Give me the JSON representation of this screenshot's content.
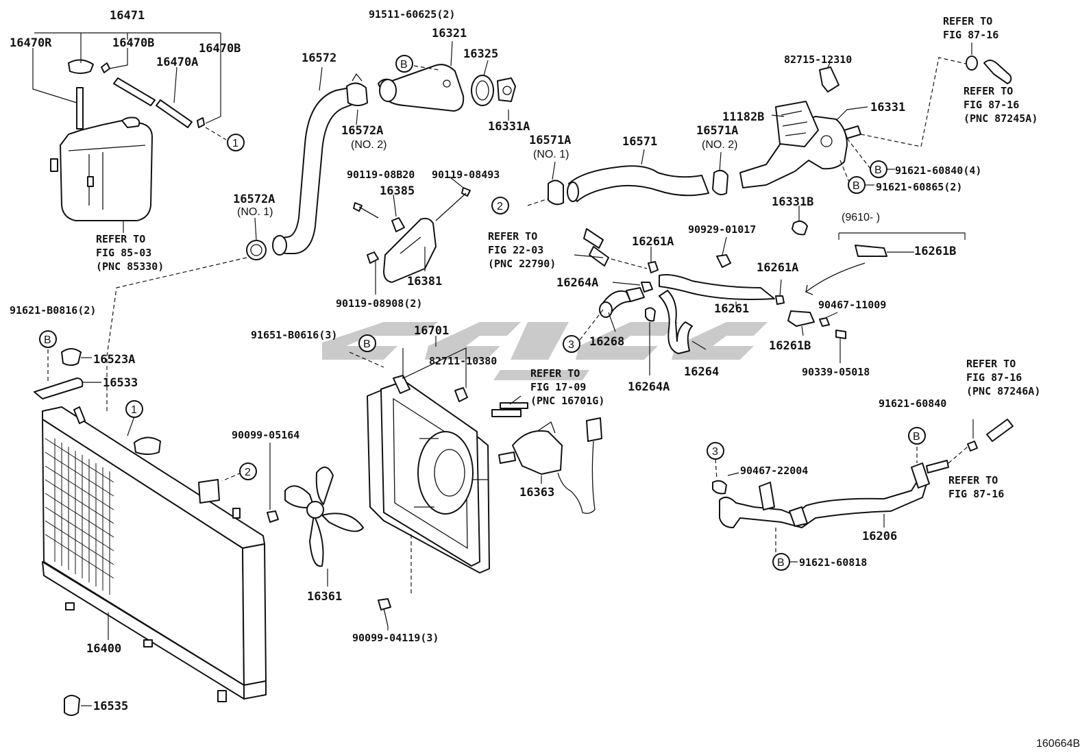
{
  "figure_id": "160664B",
  "labels": {
    "p16471": "16471",
    "p16470R": "16470R",
    "p16470B_a": "16470B",
    "p16470A": "16470A",
    "p16470B_b": "16470B",
    "p16572": "16572",
    "p91511": "91511-60625(2)",
    "p16321": "16321",
    "p16325": "16325",
    "p16331A": "16331A",
    "p16572A_no2": "16572A",
    "no2_a": "(NO. 2)",
    "p82715": "82715-12310",
    "p11182B": "11182B",
    "p16331": "16331",
    "p16571": "16571",
    "p16571A_no1": "16571A",
    "no1_a": "(NO. 1)",
    "p16571A_no2": "16571A",
    "no2_b": "(NO. 2)",
    "p91621_60840_4": "91621-60840(4)",
    "p91621_60865_2": "91621-60865(2)",
    "p16331B": "16331B",
    "p90119_08B20": "90119-08B20",
    "p90119_08493": "90119-08493",
    "p16385": "16385",
    "p16381": "16381",
    "p90119_08908": "90119-08908(2)",
    "p16572A_no1": "16572A",
    "no1_b": "(NO. 1)",
    "p91621_B0816": "91621-B0816(2)",
    "p16523A": "16523A",
    "p16533": "16533",
    "p90929": "90929-01017",
    "p16261A_a": "16261A",
    "p16264A_a": "16264A",
    "p16261A_b": "16261A",
    "p16261": "16261",
    "p16261B_a": "16261B",
    "p9610": "(9610-     )",
    "p90467_11009": "90467-11009",
    "p16261B_b": "16261B",
    "p16268": "16268",
    "p16264A_b": "16264A",
    "p16264": "16264",
    "p90339": "90339-05018",
    "p91651": "91651-B0616(3)",
    "p16701": "16701",
    "p82711": "82711-10380",
    "p90099_05164": "90099-05164",
    "p16363": "16363",
    "p16361": "16361",
    "p90099_04119": "90099-04119(3)",
    "p16400": "16400",
    "p16535": "16535",
    "p91621_60840": "91621-60840",
    "p90467_22004": "90467-22004",
    "p16206": "16206",
    "p91621_60818": "91621-60818"
  },
  "refers": {
    "r1": [
      "REFER TO",
      "FIG 87-16"
    ],
    "r2": [
      "REFER TO",
      "FIG 87-16",
      "(PNC 87245A)"
    ],
    "r3": [
      "REFER TO",
      "FIG 85-03",
      "(PNC 85330)"
    ],
    "r4": [
      "REFER TO",
      "FIG 22-03",
      "(PNC 22790)"
    ],
    "r5": [
      "REFER TO",
      "FIG 17-09",
      "(PNC 16701G)"
    ],
    "r6": [
      "REFER TO",
      "FIG 87-16",
      "(PNC 87246A)"
    ],
    "r7": [
      "REFER TO",
      "FIG 87-16"
    ]
  },
  "markers": {
    "circle_1": "1",
    "circle_2": "2",
    "circle_3": "3",
    "bolt_b": "B"
  }
}
